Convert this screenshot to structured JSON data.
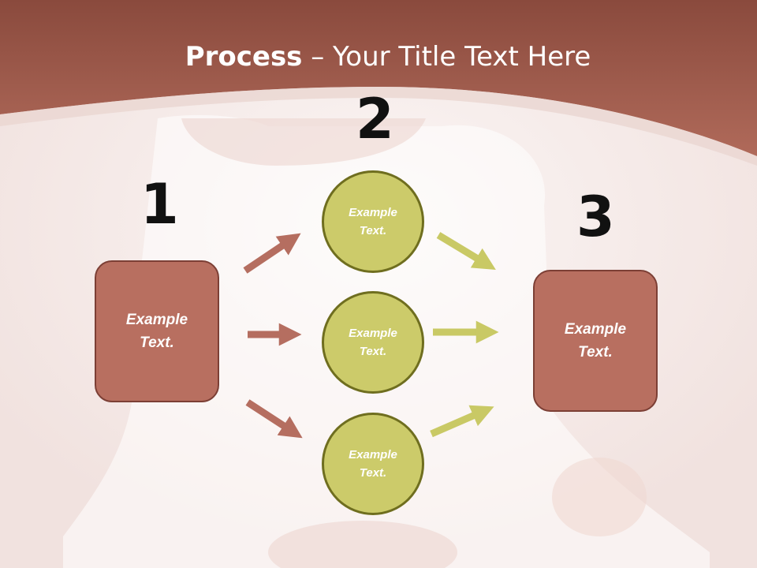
{
  "slide": {
    "title_bold": "Process",
    "title_rest": " – Your Title Text Here",
    "colors": {
      "banner": "#a35a4b",
      "box_fill": "#b86f60",
      "circle_fill": "#cccb6a",
      "arrow_left": "#b56e60",
      "arrow_right": "#c9c965"
    }
  },
  "steps": {
    "num1": "1",
    "num2": "2",
    "num3": "3"
  },
  "nodes": {
    "box_left": "Example\nText.",
    "circle_top": "Example\nText.",
    "circle_mid": "Example\nText.",
    "circle_bottom": "Example\nText.",
    "box_right": "Example\nText."
  }
}
